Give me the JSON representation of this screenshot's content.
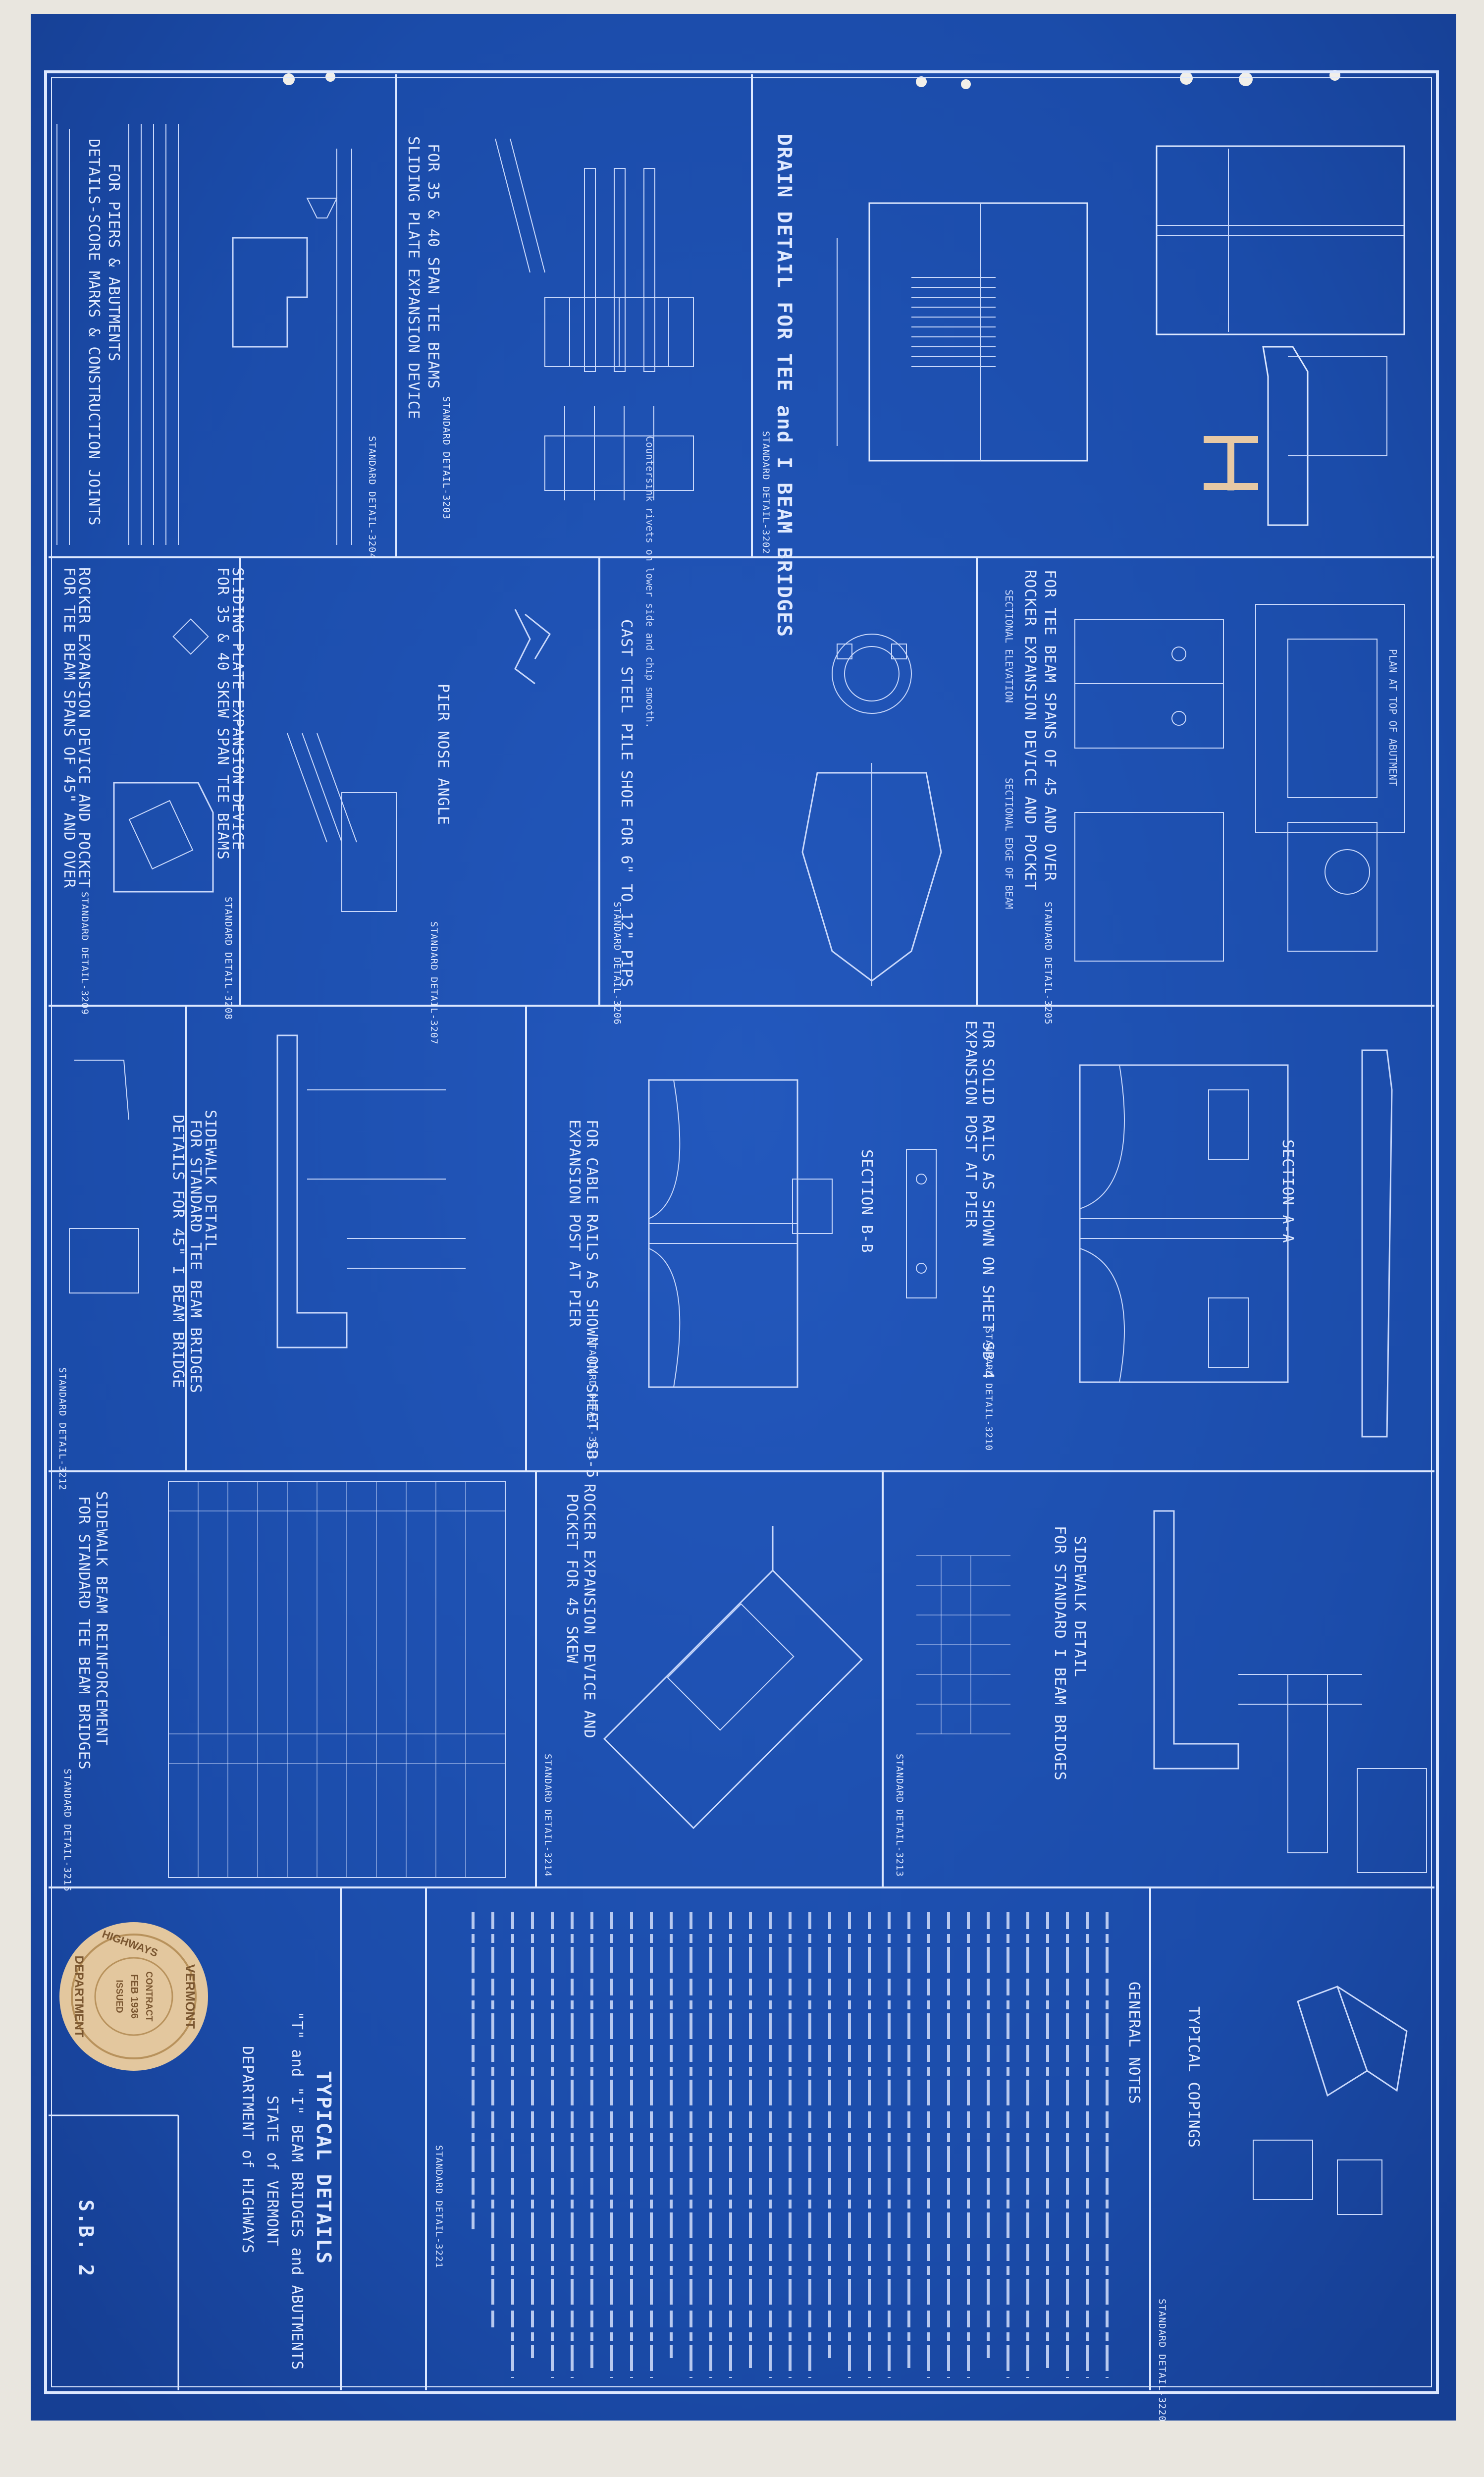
{
  "sheet": {
    "title_lines": [
      "TYPICAL DETAILS",
      "\"T\" and \"I\" BEAM BRIDGES and ABUTMENTS",
      "STATE of VERMONT",
      "DEPARTMENT of HIGHWAYS"
    ],
    "sheet_number": "S.B. 2",
    "colors": {
      "blueprint": "#1b4fae",
      "line": "#dde8ff",
      "paper": "#e9e6df",
      "seal": "#e3c79e"
    }
  },
  "panels": {
    "drain": {
      "title": "DRAIN DETAIL FOR TEE and I BEAM BRIDGES",
      "std": "STANDARD DETAIL-3202"
    },
    "sliding": {
      "title1": "SLIDING PLATE EXPANSION DEVICE",
      "title2": "FOR 35 & 40 SPAN TEE BEAMS",
      "std": "STANDARD DETAIL-3203",
      "note": "Countersink rivets on lower side and chip smooth."
    },
    "scoring": {
      "title1": "DETAILS-SCORE MARKS & CONSTRUCTION JOINTS",
      "title2": "FOR PIERS & ABUTMENTS",
      "std": "STANDARD DETAIL-3204"
    },
    "rocker1": {
      "title1": "ROCKER EXPANSION DEVICE AND POCKET",
      "title2": "FOR TEE BEAM SPANS OF 45 AND OVER",
      "std": "STANDARD DETAIL-3205",
      "labels": [
        "SECTIONAL ELEVATION",
        "SECTIONAL EDGE OF BEAM",
        "PLAN AT TOP OF ABUTMENT"
      ]
    },
    "pile": {
      "title": "CAST STEEL PILE SHOE FOR 6\" TO 12\" PIPS",
      "std": "STANDARD DETAIL-3206"
    },
    "pier_nose": {
      "title": "PIER NOSE ANGLE",
      "std": "STANDARD DETAIL-3207"
    },
    "sliding_skew": {
      "title1": "SLIDING PLATE EXPANSION DEVICE",
      "title2": "FOR 35 & 40 SKEW SPAN TEE BEAMS",
      "std": "STANDARD DETAIL-3208"
    },
    "rocker_skew": {
      "title1": "ROCKER EXPANSION DEVICE AND POCKET",
      "title2": "FOR TEE BEAM SPANS OF 45\" AND OVER",
      "std": "STANDARD DETAIL-3209"
    },
    "exp_post_pier": {
      "title1": "EXPANSION POST AT PIER",
      "title2": "FOR SOLID RAILS AS SHOWN ON SHEET SB-4",
      "std": "STANDARD DETAIL-3210",
      "section": "SECTION A-A"
    },
    "exp_post_cable": {
      "title1": "EXPANSION POST AT PIER",
      "title2": "FOR CABLE RAILS AS SHOWN ON SHEET SB-5",
      "std": "STANDARD DETAIL-3211",
      "section": "SECTION B-B"
    },
    "sidewalk_tee": {
      "title1": "SIDEWALK DETAIL",
      "title2": "FOR STANDARD TEE BEAM BRIDGES",
      "title3": "DETAILS FOR 45\" I BEAM BRIDGE",
      "std": "STANDARD DETAIL-3212"
    },
    "sidewalk_ibeam": {
      "title1": "SIDEWALK DETAIL",
      "title2": "FOR STANDARD I BEAM BRIDGES",
      "std": "STANDARD DETAIL-3213"
    },
    "rocker45": {
      "title1": "ROCKER EXPANSION DEVICE AND",
      "title2": "POCKET FOR 45 SKEW",
      "std": "STANDARD DETAIL-3214"
    },
    "reinforcement": {
      "title1": "SIDEWALK BEAM REINFORCEMENT",
      "title2": "FOR STANDARD TEE BEAM BRIDGES",
      "std": "STANDARD DETAIL-3215"
    },
    "notes": {
      "title": "GENERAL NOTES",
      "std": "STANDARD DETAIL-3221"
    },
    "copings": {
      "title": "TYPICAL COPINGS",
      "std": "STANDARD DETAIL-3220"
    }
  },
  "seal": {
    "ring": [
      "VERMONT",
      "HIGHWAYS",
      "DEPARTMENT"
    ],
    "lines": [
      "CONTRACT",
      "FEB 1936",
      "ISSUED"
    ]
  }
}
